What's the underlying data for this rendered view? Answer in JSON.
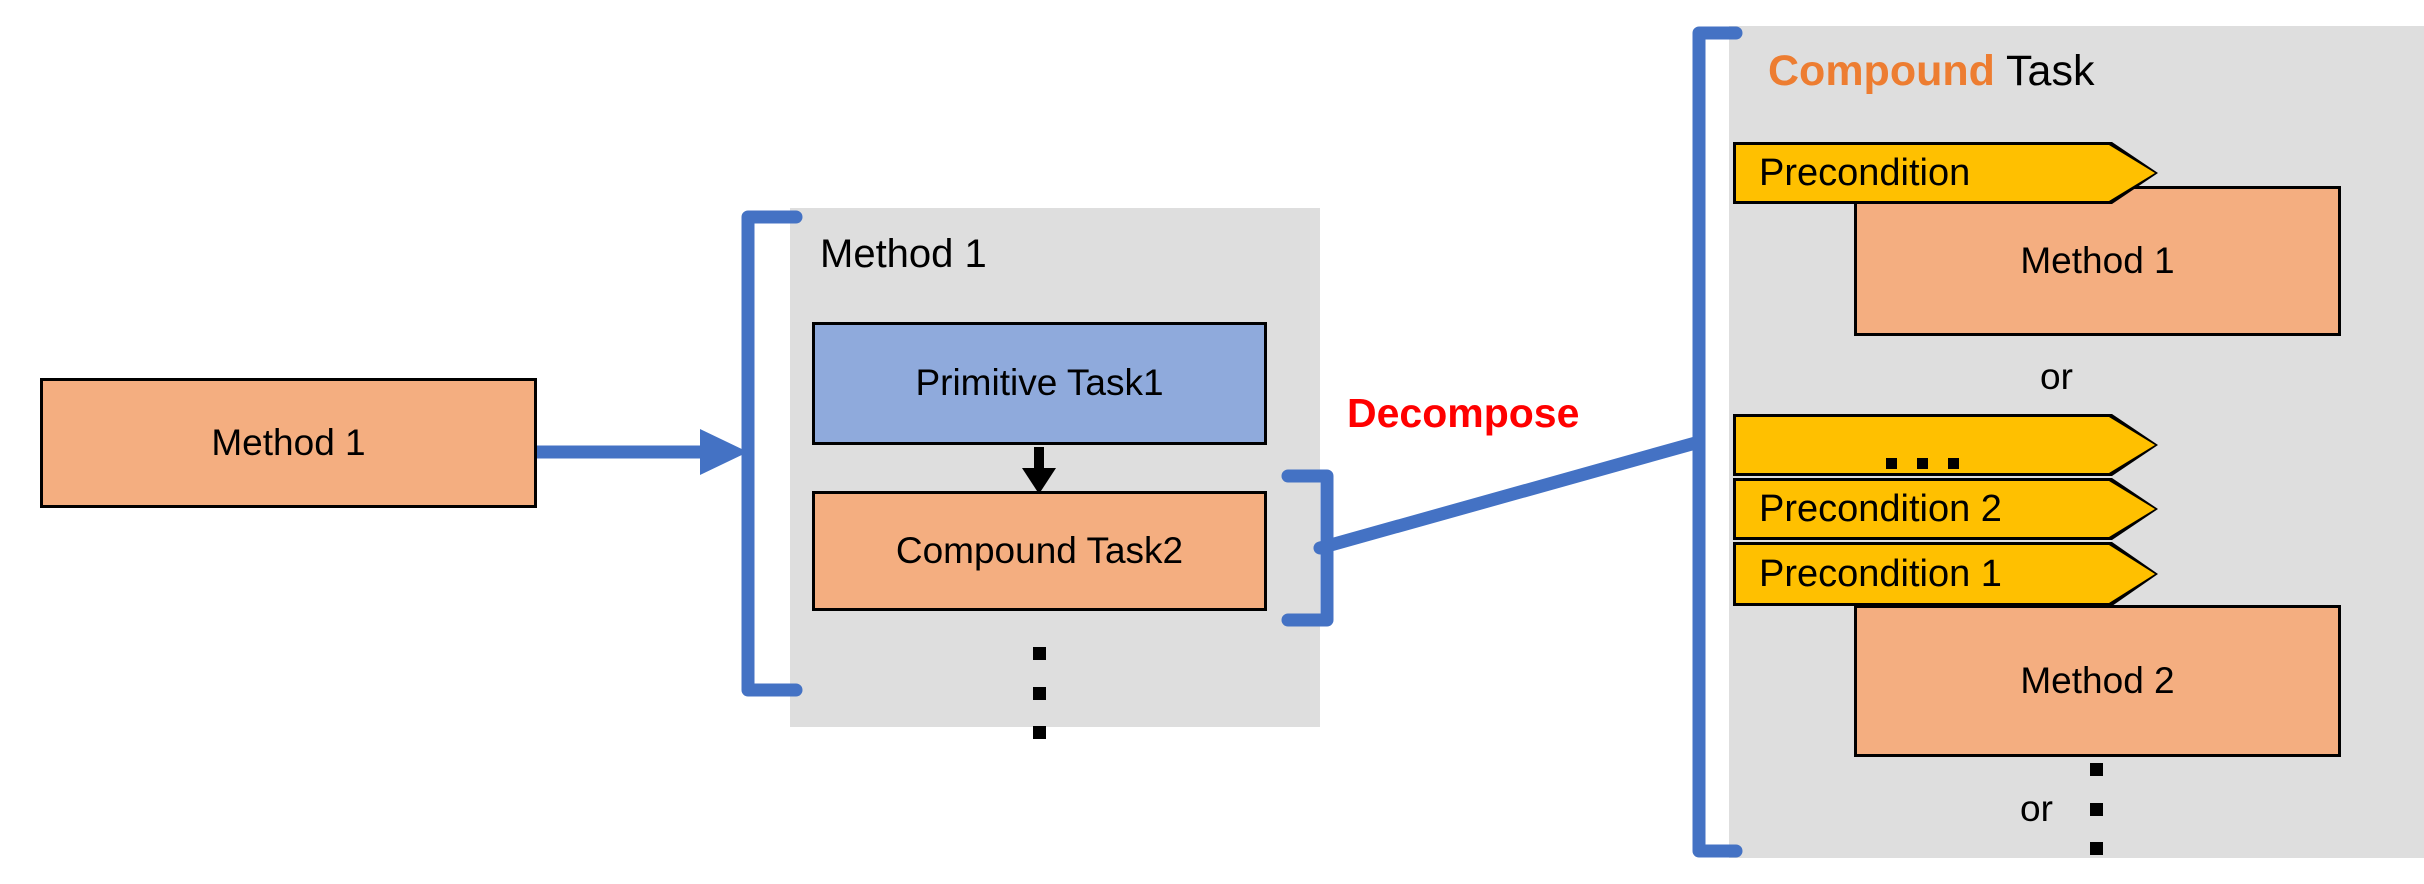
{
  "colors": {
    "orange_box": "#F4AE80",
    "blue_box": "#8FAADC",
    "yellow_precondition": "#FFC000",
    "panel_grey": "#DEDEDE",
    "bracket_blue": "#4472C4",
    "decompose_red": "#FF0000",
    "compound_orange": "#ED7D31"
  },
  "left": {
    "method_box_label": "Method 1"
  },
  "middle": {
    "panel_title": "Method 1",
    "primitive_task_label": "Primitive Task1",
    "compound_task_label": "Compound Task2",
    "ellipsis": "⋮"
  },
  "connector": {
    "decompose_label": "Decompose"
  },
  "right": {
    "title_accent": "Compound",
    "title_rest": " Task",
    "option1": {
      "precondition_label": "Precondition",
      "method_label": "Method 1"
    },
    "or_label_1": "or",
    "option2": {
      "precondition_ellipsis_label": "…",
      "precondition_2_label": "Precondition 2",
      "precondition_1_label": "Precondition 1",
      "method_label": "Method 2"
    },
    "or_label_2": "or",
    "trailing_ellipsis": "⋮"
  }
}
